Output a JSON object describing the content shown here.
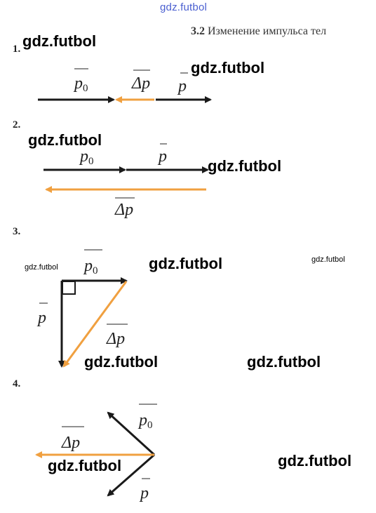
{
  "watermark": "gdz.futbol",
  "heading": {
    "number": "3.2",
    "title": "Изменение импульса тел"
  },
  "problems": [
    {
      "number": "1."
    },
    {
      "number": "2."
    },
    {
      "number": "3."
    },
    {
      "number": "4."
    }
  ],
  "labels": {
    "p0_symbol": "p",
    "p0_subscript": "0",
    "p_symbol": "p",
    "dp_symbol": "Δp"
  },
  "colors": {
    "vector": "#1a1a1a",
    "delta_vector": "#f0a040",
    "watermark_top": "#4a5fd0"
  }
}
